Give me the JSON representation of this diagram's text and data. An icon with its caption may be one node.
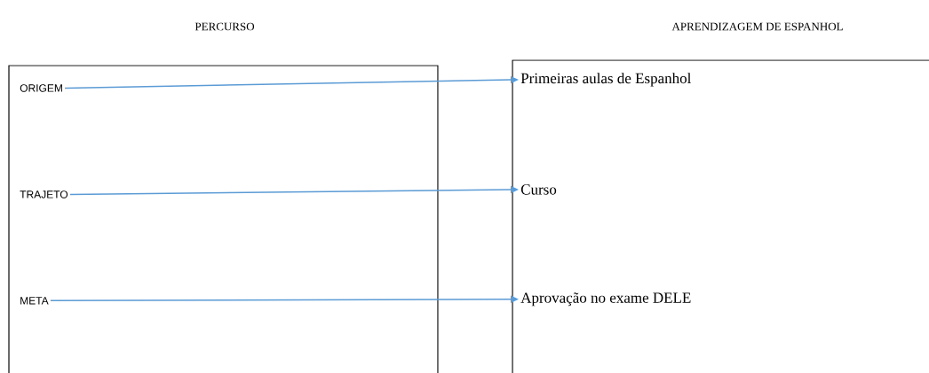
{
  "diagram": {
    "nodes": [
      {
        "text": [
          "PERCURSO"
        ]
      },
      {
        "text": [
          "APRENDIZAGEM DE ESPANHOL"
        ]
      },
      {
        "text": [
          "ORIGEM"
        ],
        "in": 0
      },
      {
        "text": [
          "TRAJETO"
        ],
        "in": 0
      },
      {
        "text": [
          "META"
        ],
        "in": 0
      },
      {
        "text": [
          "Primeiras aulas de Espanhol"
        ],
        "in": 1
      },
      {
        "text": [
          "Curso"
        ],
        "in": 1
      },
      {
        "text": [
          "Aprovação no exame DELE"
        ],
        "in": 1
      }
    ],
    "edges": [
      {
        "from": 2,
        "to": 5,
        "arrow": "to"
      },
      {
        "from": 3,
        "to": 6,
        "arrow": "to"
      },
      {
        "from": 4,
        "to": 7,
        "arrow": "to"
      }
    ]
  }
}
